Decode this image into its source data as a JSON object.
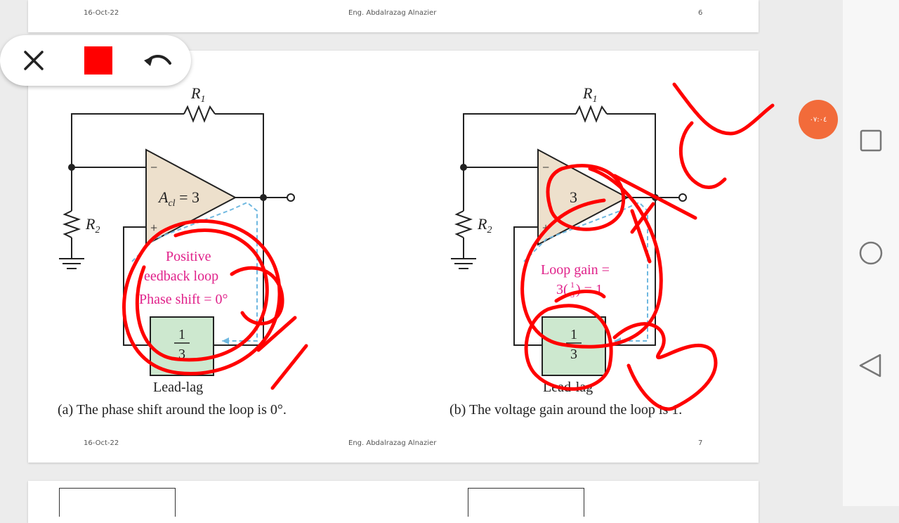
{
  "slide6": {
    "date": "16-Oct-22",
    "author": "Eng. Abdalrazag Alnazier",
    "page": "6"
  },
  "slide7": {
    "date": "16-Oct-22",
    "author": "Eng. Abdalrazag Alnazier",
    "page": "7",
    "circuit_a": {
      "r1": "R",
      "r1_sub": "1",
      "r2": "R",
      "r2_sub": "2",
      "gain_a": "A",
      "gain_sub": "cl",
      "gain_eq": " = 3",
      "minus": "−",
      "plus": "+",
      "fb1": "Positive",
      "fb2": "eedback loop",
      "fb3": "Phase shift = 0°",
      "frac_num": "1",
      "frac_den": "3",
      "label": "Lead-lag",
      "caption": "(a) The phase shift around the loop is 0°."
    },
    "circuit_b": {
      "r1": "R",
      "r1_sub": "1",
      "r2": "R",
      "r2_sub": "2",
      "gain": "3",
      "minus": "−",
      "plus": "+",
      "lg1": "Loop gain =",
      "lg2": "3(",
      "lg_num": "1",
      "lg_den": "3",
      "lg3": ") = 1",
      "frac_num": "1",
      "frac_den": "3",
      "label": "Lead-lag",
      "caption": "(b) The voltage gain around the loop is 1."
    }
  },
  "toolbar": {
    "close": "close-icon",
    "color": "#ff0000",
    "undo": "undo-icon"
  },
  "badge": {
    "text": "٠٧:٠٤"
  },
  "navbar": [
    "square-icon",
    "circle-icon",
    "back-triangle-icon"
  ],
  "colors": {
    "ink": "#ff0000",
    "magenta": "#e0218a",
    "amp_fill": "#ede0cc",
    "box_fill": "#cde8cf",
    "loop": "#6fb8e0"
  }
}
